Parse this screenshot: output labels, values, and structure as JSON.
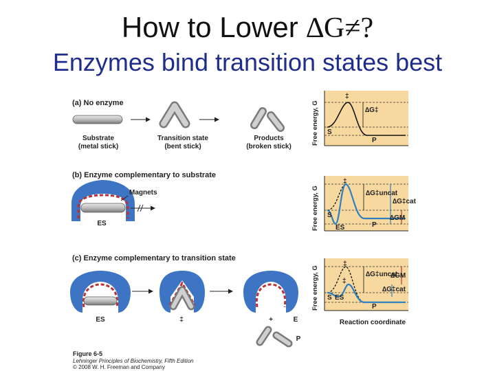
{
  "slide": {
    "title_prefix": "How to Lower ",
    "title_symbol": "∆G≠?",
    "subtitle": "Enzymes bind transition states best"
  },
  "figure": {
    "panel_a": {
      "title": "(a) No enzyme",
      "substrate_label": "Substrate",
      "substrate_sub": "(metal stick)",
      "transition_label": "Transition state",
      "transition_sub": "(bent stick)",
      "products_label": "Products",
      "products_sub": "(broken stick)"
    },
    "panel_b": {
      "title": "(b) Enzyme complementary to substrate",
      "magnets_label": "Magnets",
      "es_label": "ES"
    },
    "panel_c": {
      "title": "(c) Enzyme complementary to transition state",
      "es_label": "ES",
      "ts_label": "‡",
      "plus_label": "+",
      "e_label": "E",
      "p_label": "P"
    },
    "graphs": {
      "y_axis_label": "Free energy, G",
      "x_axis_label": "Reaction coordinate",
      "g1": {
        "ts": "‡",
        "dg": "∆G‡",
        "s": "S",
        "p": "P"
      },
      "g2": {
        "ts": "‡",
        "dg_uncat": "∆G‡uncat",
        "dg_cat": "∆G‡cat",
        "dgm": "∆GM",
        "s": "S",
        "es": "ES",
        "p": "P"
      },
      "g3": {
        "ts": "‡",
        "ts2": "‡",
        "dg_uncat": "∆G‡uncat",
        "dgm": "∆GM",
        "dg_cat": "∆G‡cat",
        "s": "S",
        "es": "ES",
        "p": "P"
      }
    },
    "caption": {
      "figure": "Figure 6-5",
      "book": "Lehninger Principles of Biochemistry, Fifth Edition",
      "copyright": "© 2008 W. H. Freeman and Company"
    },
    "colors": {
      "enzyme": "#3d74c4",
      "magnet": "#b8323a",
      "panel_bg": "#f7d9a0",
      "curve_blue": "#2f7fc1"
    }
  }
}
